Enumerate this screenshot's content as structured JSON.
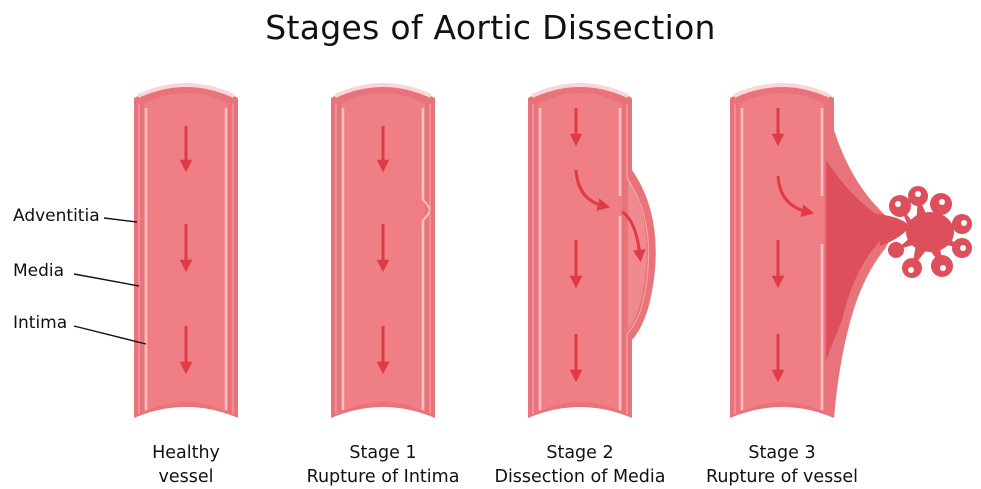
{
  "title": "Stages of Aortic Dissection",
  "layer_labels": {
    "adventitia": "Adventitia",
    "media": "Media",
    "intima": "Intima"
  },
  "vessels": [
    {
      "line1": "Healthy",
      "line2": "vessel"
    },
    {
      "line1": "Stage 1",
      "line2": "Rupture of Intima"
    },
    {
      "line1": "Stage 2",
      "line2": "Dissection of Media"
    },
    {
      "line1": "Stage 3",
      "line2": "Rupture of vessel"
    }
  ],
  "colors": {
    "outer_wall": "#e8737a",
    "lumen": "#f07e85",
    "inner_line": "#f7c2c3",
    "rim_light": "#f9d6d7",
    "arrow": "#e03a45",
    "false_lumen": "#f08a8f",
    "rupture": "#dd4f5a"
  }
}
